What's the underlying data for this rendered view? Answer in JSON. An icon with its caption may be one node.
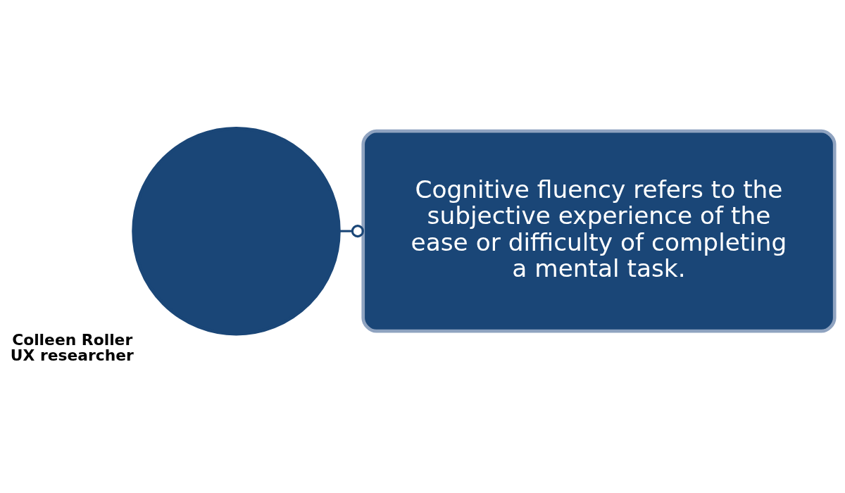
{
  "diagram": {
    "nodes": [
      {
        "text": [],
        "shape": "circle",
        "beside": [
          "Colleen Roller",
          "UX researcher"
        ]
      },
      {
        "text": [
          "Cognitive fluency refers to the subjective experience of the ease or difficulty of completing a mental task."
        ]
      }
    ],
    "edges": [
      {
        "from": 0,
        "to": 1,
        "arrow": "other"
      }
    ]
  }
}
